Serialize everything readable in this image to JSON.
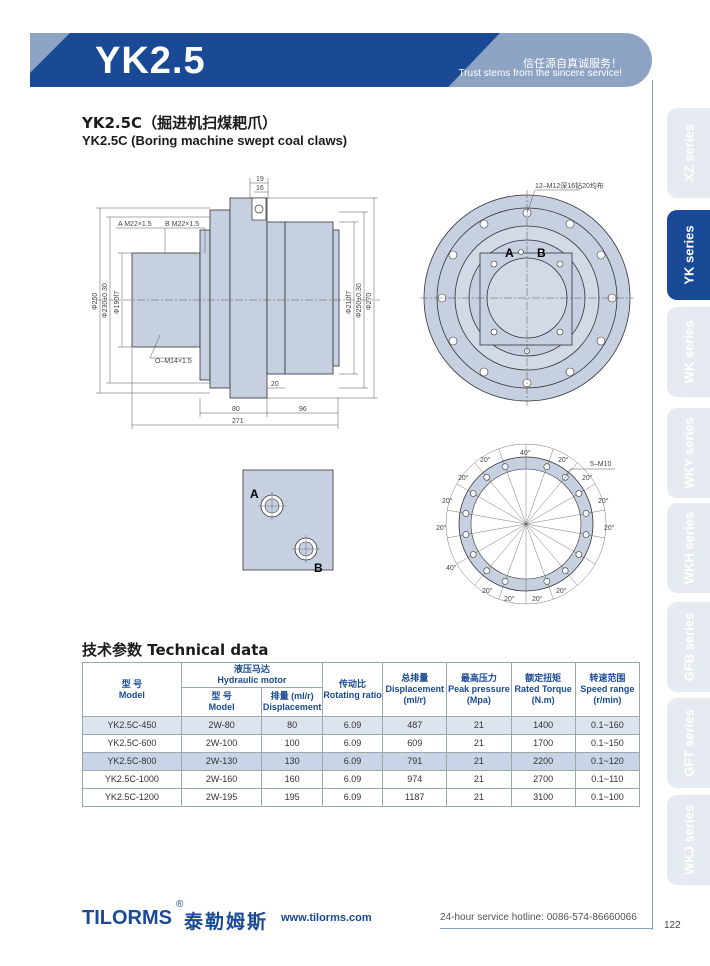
{
  "header": {
    "title": "YK2.5",
    "slogan_cn": "信任源自真诚服务！",
    "slogan_en": "Trust stems from the sincere service!"
  },
  "side_tabs": [
    {
      "label": "XZ series",
      "active": false
    },
    {
      "label": "YK series",
      "active": true
    },
    {
      "label": "WK series",
      "active": false
    },
    {
      "label": "WKY series",
      "active": false
    },
    {
      "label": "WKH series",
      "active": false
    },
    {
      "label": "GFB series",
      "active": false
    },
    {
      "label": "GFT series",
      "active": false
    },
    {
      "label": "WKJ series",
      "active": false
    }
  ],
  "product": {
    "title_cn": "YK2.5C（掘进机扫煤耙爪）",
    "title_en": "YK2.5C (Boring machine swept coal claws)"
  },
  "drawing": {
    "dim_19": "19",
    "dim_16": "16",
    "port_a": "A  M22×1.5",
    "port_b": "B  M22×1.5",
    "oil_port": "O–M14×1.5",
    "dia_250": "Φ250",
    "dia_230": "Φ230±0.30",
    "dia_190": "Φ190f7",
    "dia_210": "Φ210f7",
    "dia_250b": "Φ250±0.30",
    "dia_270": "Φ270",
    "dim_20": "20",
    "dim_80": "80",
    "dim_96": "96",
    "dim_271": "271",
    "holes_note": "12–M12深16钻20均布",
    "label_a": "A",
    "label_b": "B",
    "bolt_thread": "5–M10",
    "angle_40": "40°",
    "angle_20": "20°"
  },
  "tech": {
    "title": "技术参数 Technical data",
    "headers": {
      "model_cn": "型  号",
      "model_en": "Model",
      "motor_cn": "液压马达",
      "motor_en": "Hydraulic motor",
      "motor_model_cn": "型  号",
      "motor_model_en": "Model",
      "motor_disp_cn": "排量 (ml/r)",
      "motor_disp_en": "Displacement",
      "ratio_cn": "传动比",
      "ratio_en": "Rotating ratio",
      "disp_cn": "总排量",
      "disp_en": "Displacement (ml/r)",
      "pressure_cn": "最高压力",
      "pressure_en": "Peak pressure (Mpa)",
      "torque_cn": "额定扭矩",
      "torque_en": "Rated Torque (N.m)",
      "speed_cn": "转速范围",
      "speed_en": "Speed range (r/min)"
    },
    "rows": [
      [
        "YK2.5C-450",
        "2W-80",
        "80",
        "6.09",
        "487",
        "21",
        "1400",
        "0.1~160"
      ],
      [
        "YK2.5C-600",
        "2W-100",
        "100",
        "6.09",
        "609",
        "21",
        "1700",
        "0.1~150"
      ],
      [
        "YK2.5C-800",
        "2W-130",
        "130",
        "6.09",
        "791",
        "21",
        "2200",
        "0.1~120"
      ],
      [
        "YK2.5C-1000",
        "2W-160",
        "160",
        "6.09",
        "974",
        "21",
        "2700",
        "0.1~110"
      ],
      [
        "YK2.5C-1200",
        "2W-195",
        "195",
        "6.09",
        "1187",
        "21",
        "3100",
        "0.1~100"
      ]
    ]
  },
  "footer": {
    "logo": "TILORMS",
    "logo_cn": "泰勒姆斯",
    "reg": "®",
    "website": "www.tilorms.com",
    "hotline": "24-hour service hotline: 0086-574-86660066",
    "page": "122"
  },
  "colors": {
    "brand": "#1a4a95",
    "banner_light": "#8da3c3",
    "tab_bg": "#e6ebf2"
  }
}
